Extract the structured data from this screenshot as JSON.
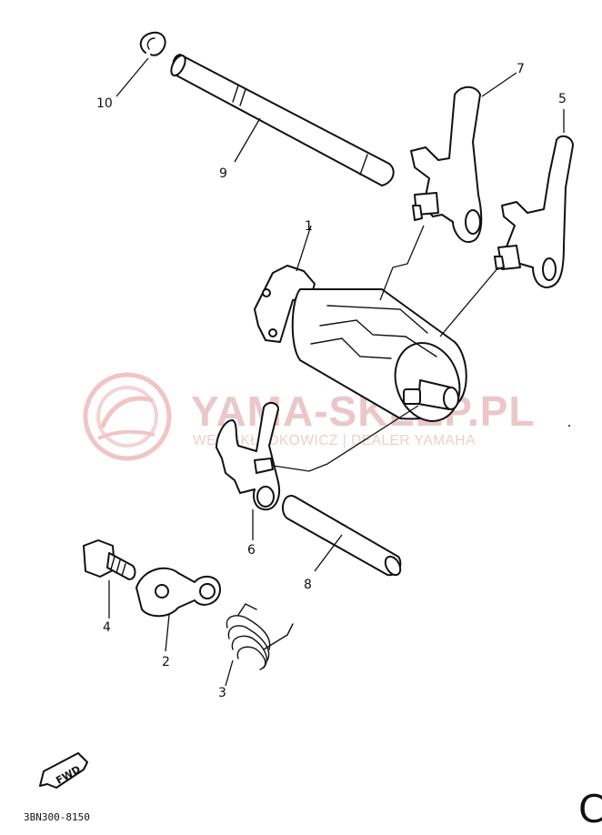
{
  "watermark": {
    "title": "YAMA-SKLEP.PL",
    "subtitle": "WEB SKŁADKOWICZ | DEALER YAMAHA"
  },
  "callouts": [
    "1",
    "2",
    "3",
    "4",
    "5",
    "6",
    "7",
    "8",
    "9",
    "10"
  ],
  "fwd_label": "FWD",
  "drawing_code": "3BN300-8150",
  "corner_glyph": "C"
}
